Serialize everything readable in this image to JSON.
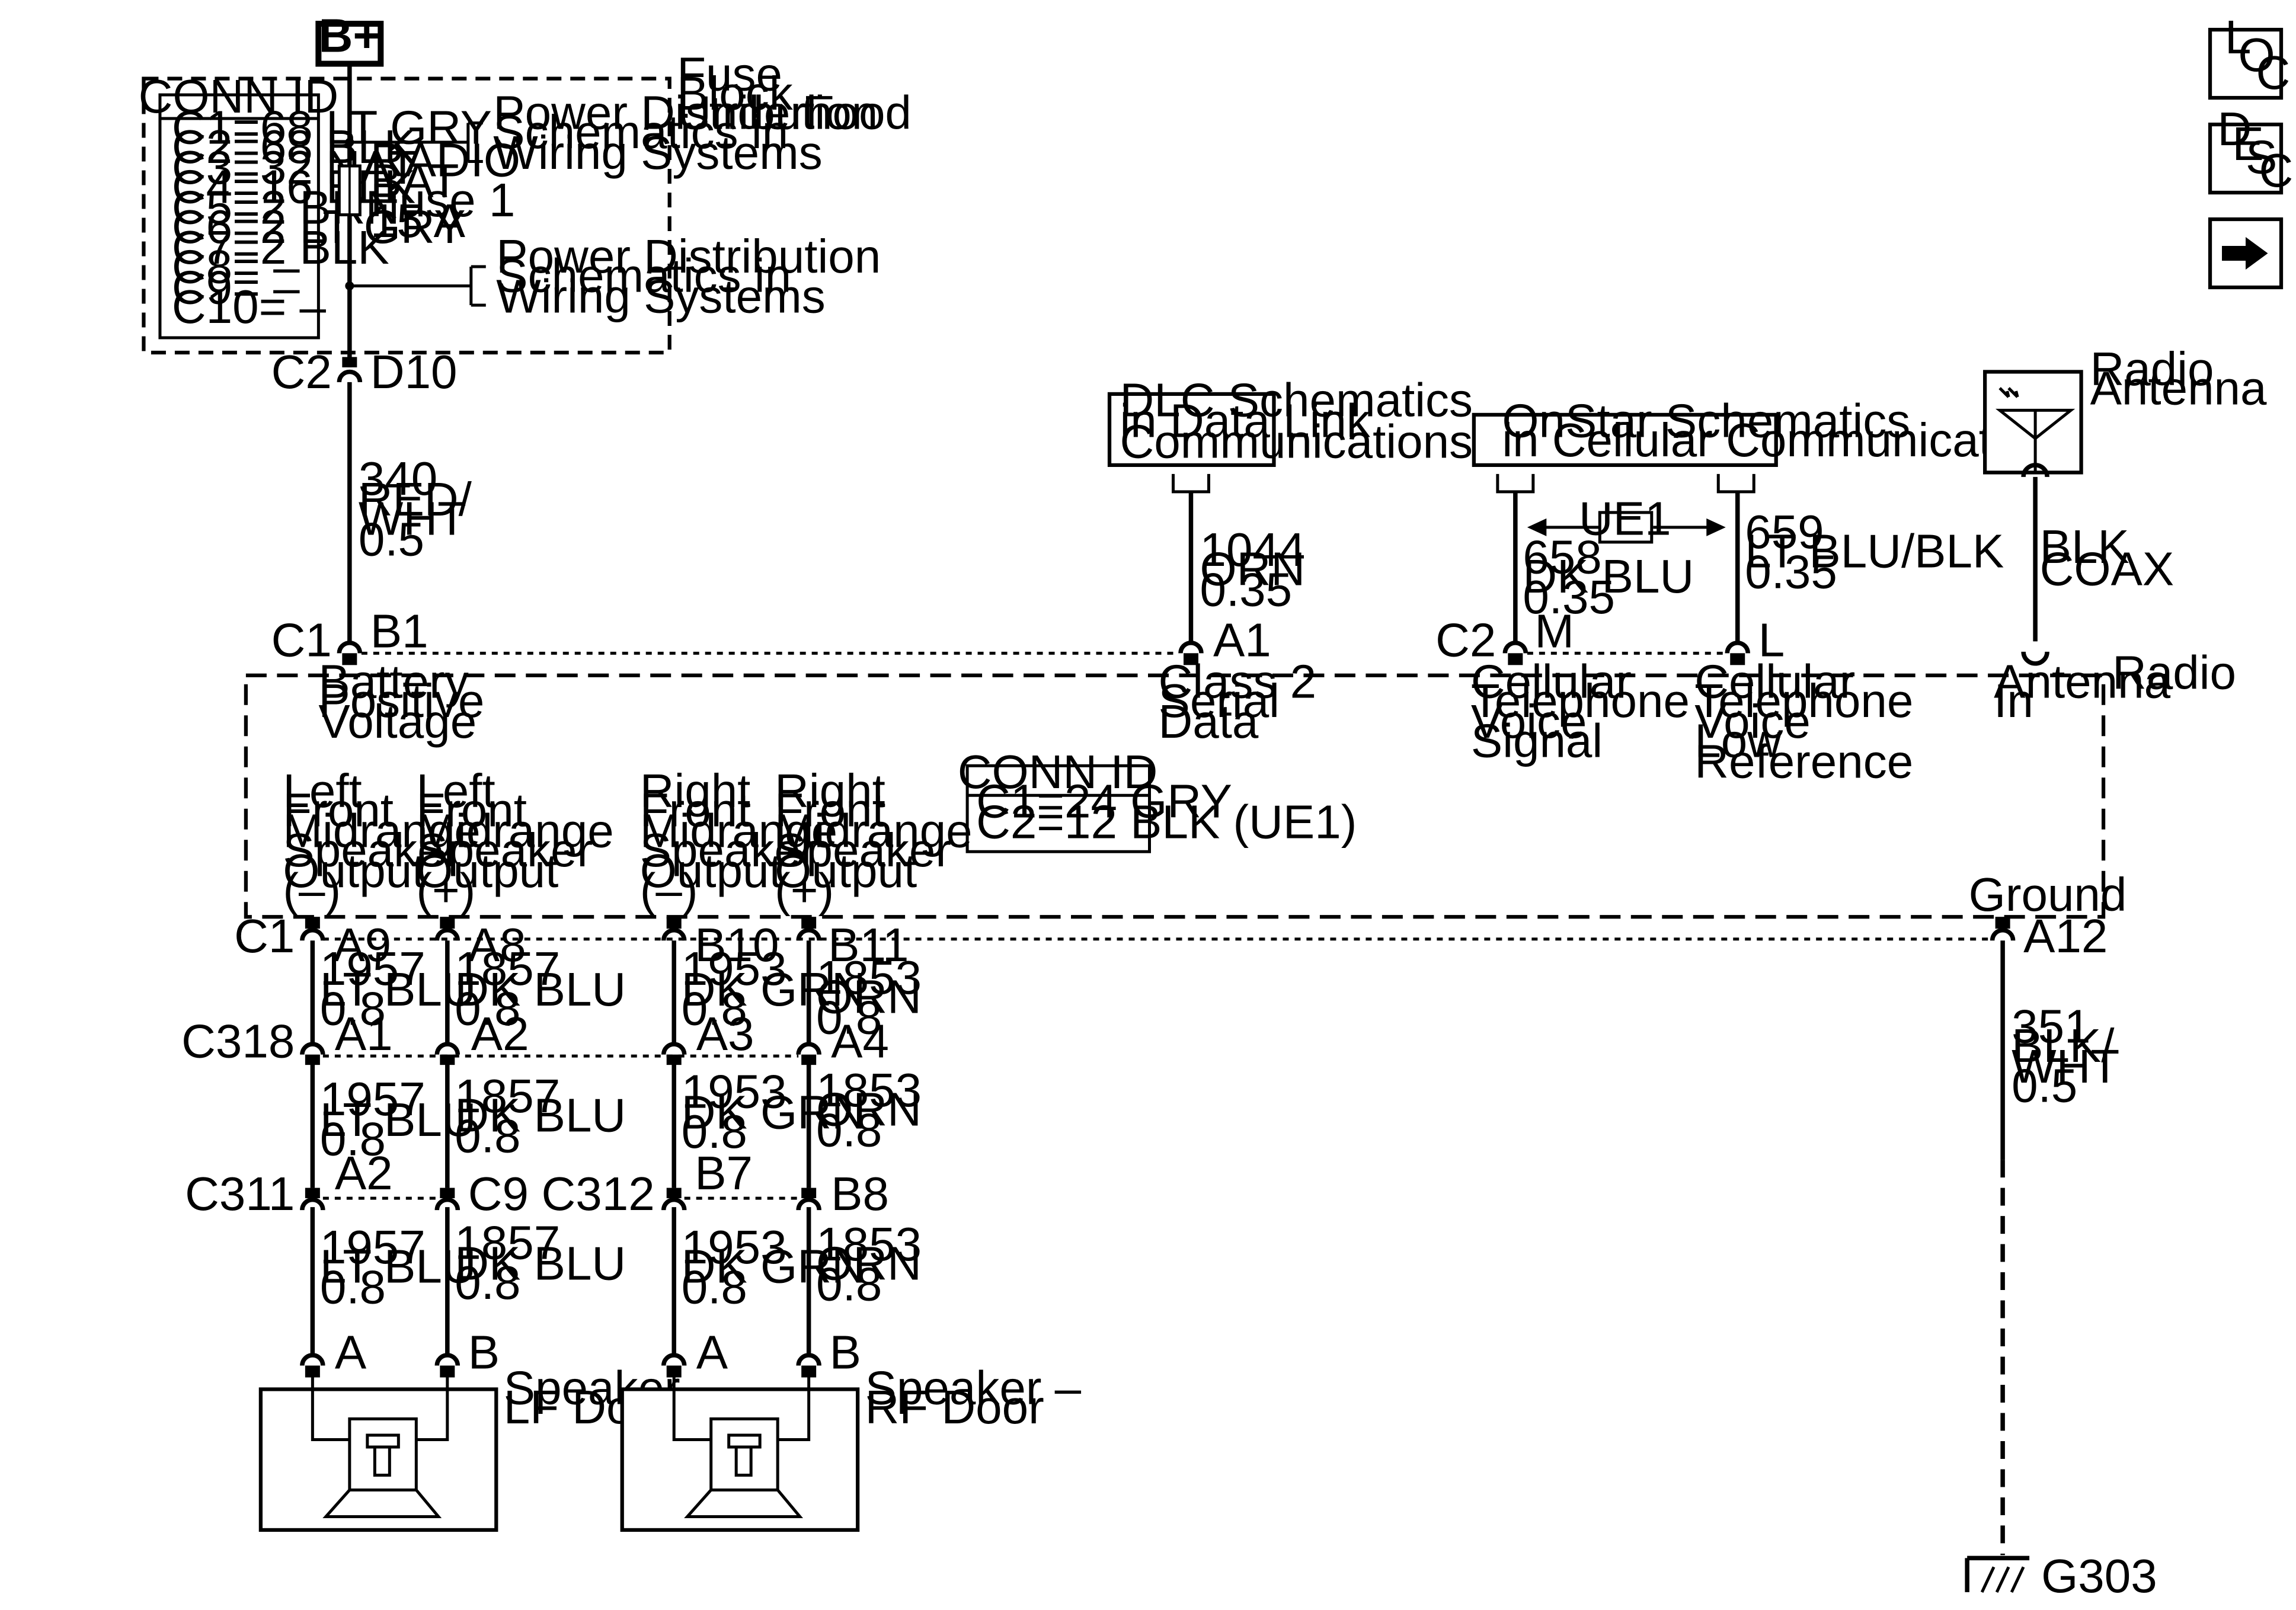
{
  "power_source": {
    "label": "B+"
  },
  "fuse_block": {
    "title": [
      "Fuse",
      "Block –",
      "Underhood"
    ],
    "conn_id": {
      "header": "CONN ID",
      "rows": [
        "C1=68 LT GRY",
        "C2=68 BLK",
        "C3=32 NAT",
        "C4=16 BLK",
        "C5=2 BRN",
        "C6=2 LT GRY",
        "C7=2 BLK",
        "C8= –",
        "C9= –",
        "C10= –"
      ]
    },
    "power_dist_upper": [
      "Power Distribution",
      "Schematics in",
      "Wiring Systems"
    ],
    "power_dist_lower": [
      "Power Distribution",
      "Schematics in",
      "Wiring Systems"
    ],
    "fuse": [
      "RADIO",
      "BAT",
      "Fuse 1",
      "15 A"
    ],
    "output_connector": "C2",
    "output_pin": "D10"
  },
  "wires": {
    "b_plus": [
      "340",
      "RED/",
      "WHT",
      "0.5"
    ],
    "class2": [
      "1044",
      "ORN",
      "0.35"
    ],
    "onstar_signal": [
      "658",
      "DK BLU",
      "0.35"
    ],
    "onstar_low_ref": [
      "659",
      "LT BLU/BLK",
      "0.35"
    ],
    "antenna": [
      "BLK",
      "COAX"
    ],
    "ground": [
      "351",
      "BLK/",
      "WHT",
      "0.5"
    ]
  },
  "references": {
    "dlc": [
      "DLC Schematics",
      "in Data Link",
      "Communications"
    ],
    "onstar": [
      "OnStar Schematics",
      "in Cellular Communications"
    ],
    "ue1": "UE1",
    "antenna": [
      "Radio",
      "Antenna"
    ]
  },
  "radio": {
    "title": "Radio",
    "pins_top": [
      {
        "connector": "C1",
        "pin": "B1",
        "label": [
          "Battery",
          "Positive",
          "Voltage"
        ]
      },
      {
        "connector": "",
        "pin": "A1",
        "label": [
          "Class 2",
          "Serial",
          "Data"
        ]
      },
      {
        "connector": "C2",
        "pin": "M",
        "label": [
          "Cellular",
          "Telephone",
          "Voice",
          "Signal"
        ]
      },
      {
        "connector": "",
        "pin": "L",
        "label": [
          "Cellular",
          "Telephone",
          "Voice",
          "Low",
          "Reference"
        ]
      },
      {
        "connector": "",
        "pin": "",
        "label": [
          "Antenna",
          "In"
        ]
      }
    ],
    "conn_id": {
      "header": "CONN ID",
      "rows": [
        "C1=24 GRY",
        "C2=12 BLK (UE1)"
      ]
    },
    "speaker_outputs": [
      [
        "Left",
        "Front",
        "Midrange",
        "Speaker",
        "Output",
        "(–)"
      ],
      [
        "Left",
        "Front",
        "Midrange",
        "Speaker",
        "Output",
        "(+)"
      ],
      [
        "Right",
        "Front",
        "Midrange",
        "Speaker",
        "Output",
        "(–)"
      ],
      [
        "Right",
        "Front",
        "Midrange",
        "Speaker",
        "Output",
        "(+)"
      ]
    ],
    "ground_label": "Ground",
    "bottom_connector": "C1",
    "bottom_pins": [
      "A9",
      "A8",
      "B10",
      "B11",
      "A12"
    ]
  },
  "speaker_wires": [
    [
      "1957",
      "LT BLU",
      "0.8"
    ],
    [
      "1857",
      "DK BLU",
      "0.8"
    ],
    [
      "1953",
      "DK GRN",
      "0.8"
    ],
    [
      "1853",
      "ORN",
      "0.8"
    ]
  ],
  "c318": {
    "name": "C318",
    "pins": [
      "A1",
      "A2",
      "A3",
      "A4"
    ]
  },
  "c311": {
    "name": "C311",
    "pins": [
      "A2",
      "C9"
    ]
  },
  "c312": {
    "name": "C312",
    "pins": [
      "B7",
      "B8"
    ]
  },
  "speakers": [
    {
      "pins": [
        "A",
        "B"
      ],
      "label": [
        "Speaker –",
        "LF Door"
      ]
    },
    {
      "pins": [
        "A",
        "B"
      ],
      "label": [
        "Speaker –",
        "RF Door"
      ]
    }
  ],
  "ground_point": "G303",
  "nav": {
    "loc": [
      "L",
      "O",
      "C"
    ],
    "desc": [
      "D",
      "E",
      "S",
      "C"
    ]
  }
}
